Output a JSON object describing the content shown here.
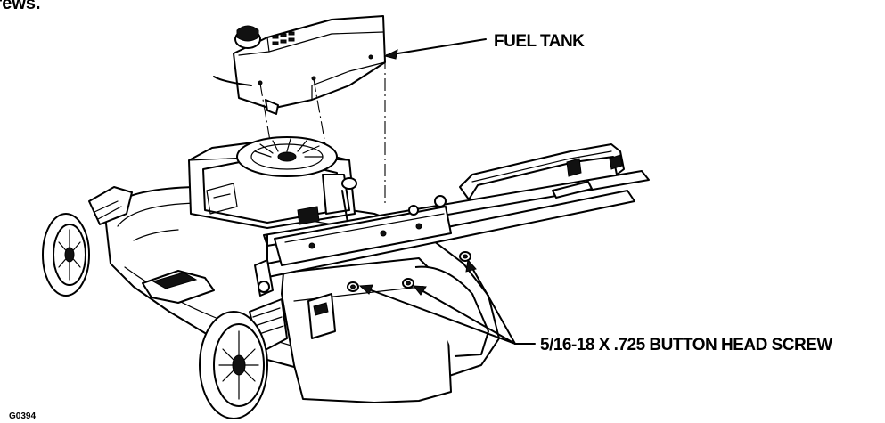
{
  "header_fragment": "Screws.",
  "callouts": {
    "fuel_tank": "FUEL TANK",
    "screw": "5/16-18 X .725 BUTTON HEAD SCREW"
  },
  "figure_id": "G0394"
}
